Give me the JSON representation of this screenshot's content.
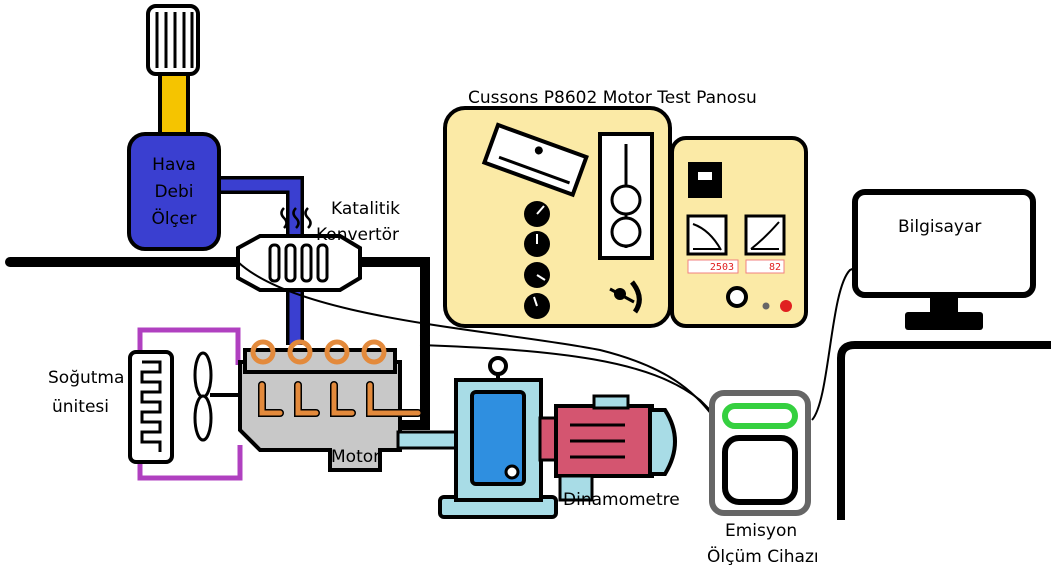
{
  "labels": {
    "flowmeter": [
      "Hava",
      "Debi",
      "Ölçer"
    ],
    "catalytic": [
      "Katalitik",
      "Konvertör"
    ],
    "panel_title": "Cussons P8602 Motor Test Panosu",
    "computer": "Bilgisayar",
    "cooling": [
      "Soğutma",
      "ünitesi"
    ],
    "engine": "Motor",
    "dyno": "Dinamometre",
    "emission": [
      "Emisyon",
      "Ölçüm Cihazı"
    ]
  },
  "panel_readouts": {
    "left": "2503",
    "right": "82"
  },
  "colors": {
    "panel_fill": "#fbeaa6",
    "flowmeter_fill": "#3a3fd0",
    "duct_blue": "#3a3fd0",
    "duct_yellow": "#f5c400",
    "cooling_pipe": "#b040c0",
    "engine_body": "#c8c8c8",
    "exhaust_pipe_copper": "#e38a3c",
    "dyno_blue": "#2f8fe0",
    "dyno_base": "#a8dce6",
    "motor_red": "#d45570",
    "emission_green": "#35d040",
    "indicator_red": "#e02020"
  },
  "icons": [
    "air-filter-icon",
    "heat-waves-icon",
    "engine-icon",
    "fan-icon",
    "radiator-icon",
    "dynamometer-icon",
    "electric-motor-icon",
    "monitor-icon",
    "gauge-icon"
  ]
}
